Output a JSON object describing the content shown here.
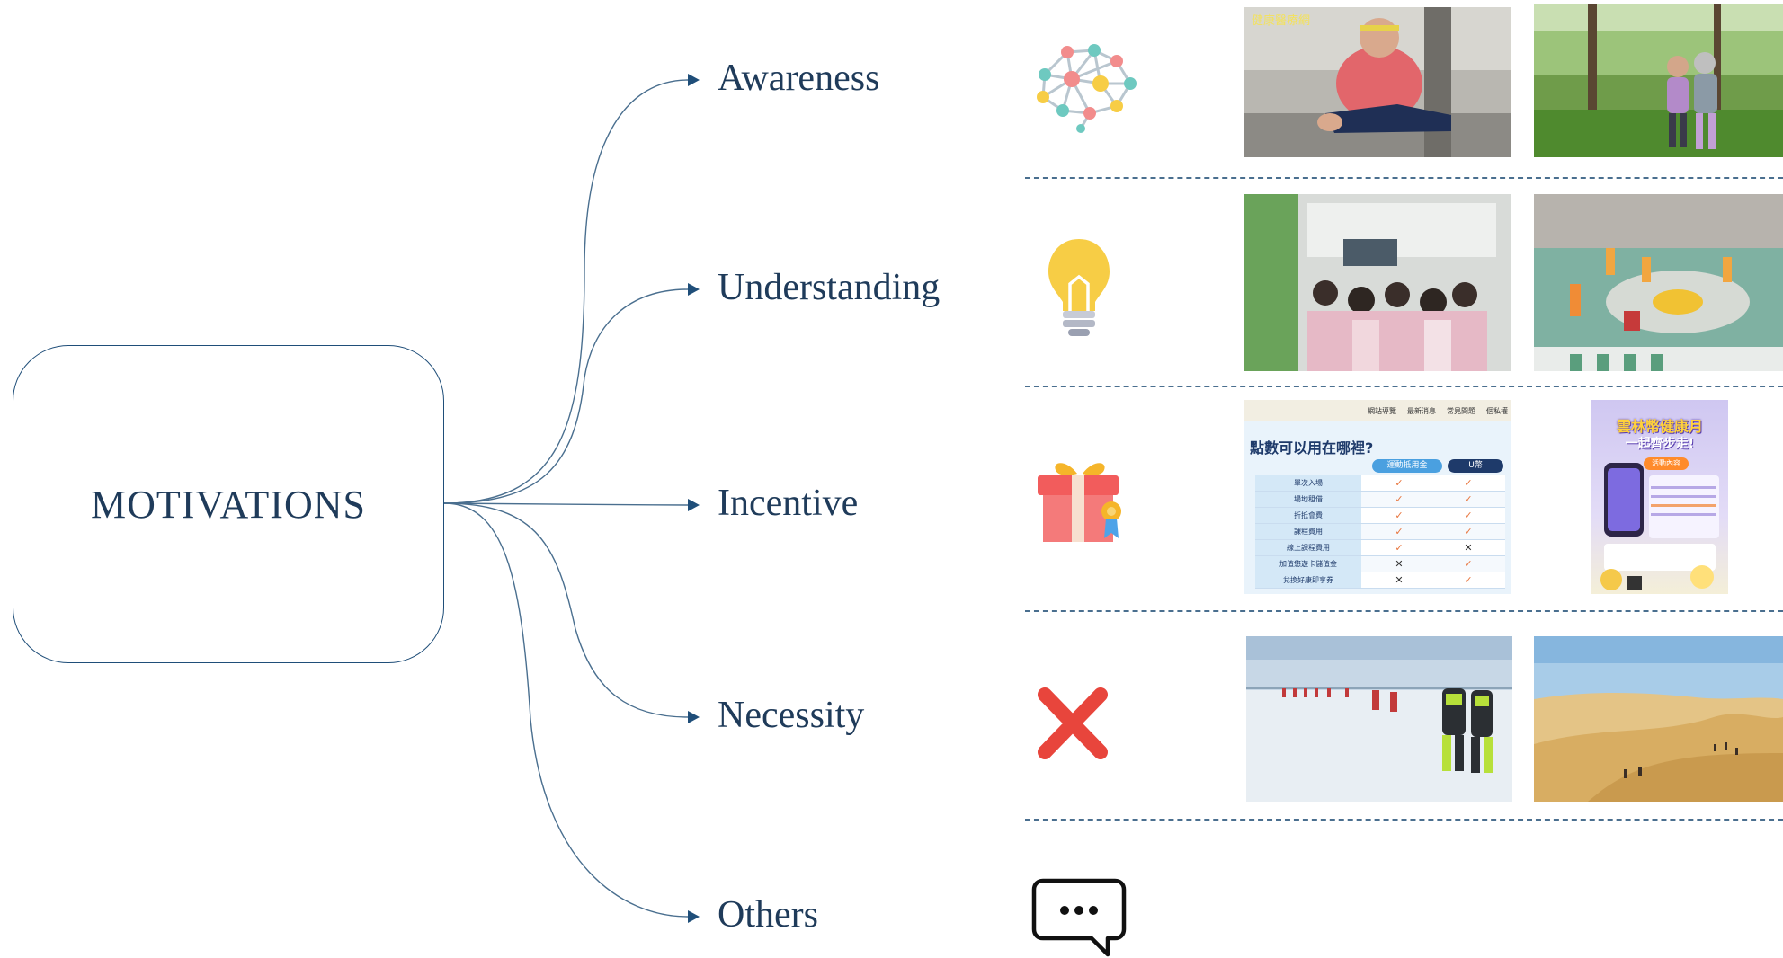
{
  "root": {
    "label": "MOTIVATIONS"
  },
  "branches": [
    {
      "label": "Awareness",
      "icon": "brain-network-icon"
    },
    {
      "label": "Understanding",
      "icon": "lightbulb-icon"
    },
    {
      "label": "Incentive",
      "icon": "gift-icon"
    },
    {
      "label": "Necessity",
      "icon": "red-x-icon"
    },
    {
      "label": "Others",
      "icon": "speech-bubble-dots-icon"
    }
  ],
  "photos": {
    "awareness_1": {
      "watermark": "健康醫療網"
    },
    "incentive_1": {
      "title": "點數可以用在哪裡?",
      "nav": [
        "網站導覽",
        "最新消息",
        "常見問題",
        "個私權"
      ],
      "columns": [
        "運動抵用金",
        "U幣"
      ],
      "rows": [
        {
          "label": "單次入場",
          "a": "✓",
          "b": "✓"
        },
        {
          "label": "場地租借",
          "a": "✓",
          "b": "✓"
        },
        {
          "label": "折抵會費",
          "a": "✓",
          "b": "✓"
        },
        {
          "label": "課程費用",
          "a": "✓",
          "b": "✓"
        },
        {
          "label": "線上課程費用",
          "a": "✓",
          "b": "✕"
        },
        {
          "label": "加值悠遊卡儲值金",
          "a": "✕",
          "b": "✓"
        },
        {
          "label": "兌換好康即享券",
          "a": "✕",
          "b": "✓"
        }
      ]
    },
    "incentive_2": {
      "title_line1": "雲林幣健康月",
      "title_line2": "一起齊步走!",
      "tag": "活動內容"
    }
  },
  "colors": {
    "line": "#1f4e79",
    "text": "#1f3b5a",
    "divider": "#4a6f8f",
    "x_red": "#e8453c",
    "bulb_yellow": "#f7cd45",
    "gift_red": "#f25c5c",
    "gift_gold": "#f5b52a"
  }
}
